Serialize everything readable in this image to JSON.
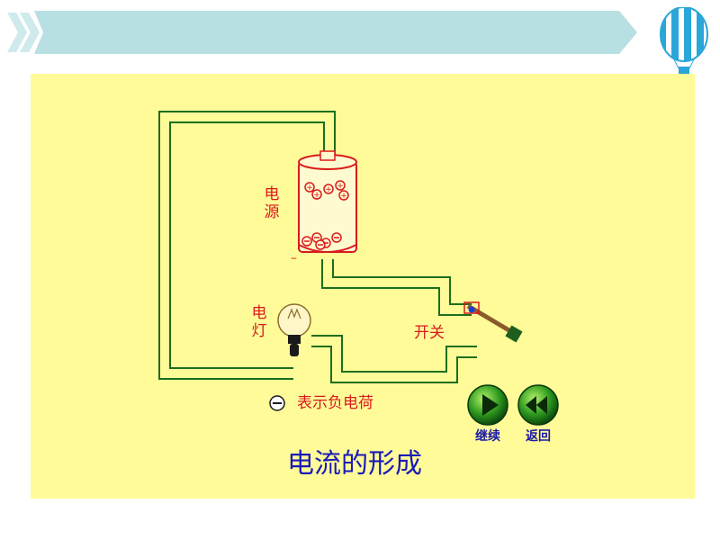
{
  "circuit": {
    "power_source_label": "电\n源",
    "terminal_minus": "–",
    "bulb_label": "电\n灯",
    "switch_label": "开关",
    "positive_charge_symbol": "+",
    "negative_charge_symbol": "–"
  },
  "legend": {
    "symbol": "–",
    "text": "表示负电荷"
  },
  "controls": {
    "continue_label": "继续",
    "back_label": "返回"
  },
  "title": "电流的形成",
  "colors": {
    "panel_bg": "#fffb99",
    "wire_outline": "#1e6e1e",
    "wire_fill": "#fffb99",
    "label_red": "#d81b1b",
    "title_blue": "#1a1ab8",
    "banner_teal": "#b8e0e2"
  },
  "icons": {
    "balloon": "hot-air-balloon-icon",
    "continue": "play-forward-icon",
    "back": "rewind-icon"
  }
}
